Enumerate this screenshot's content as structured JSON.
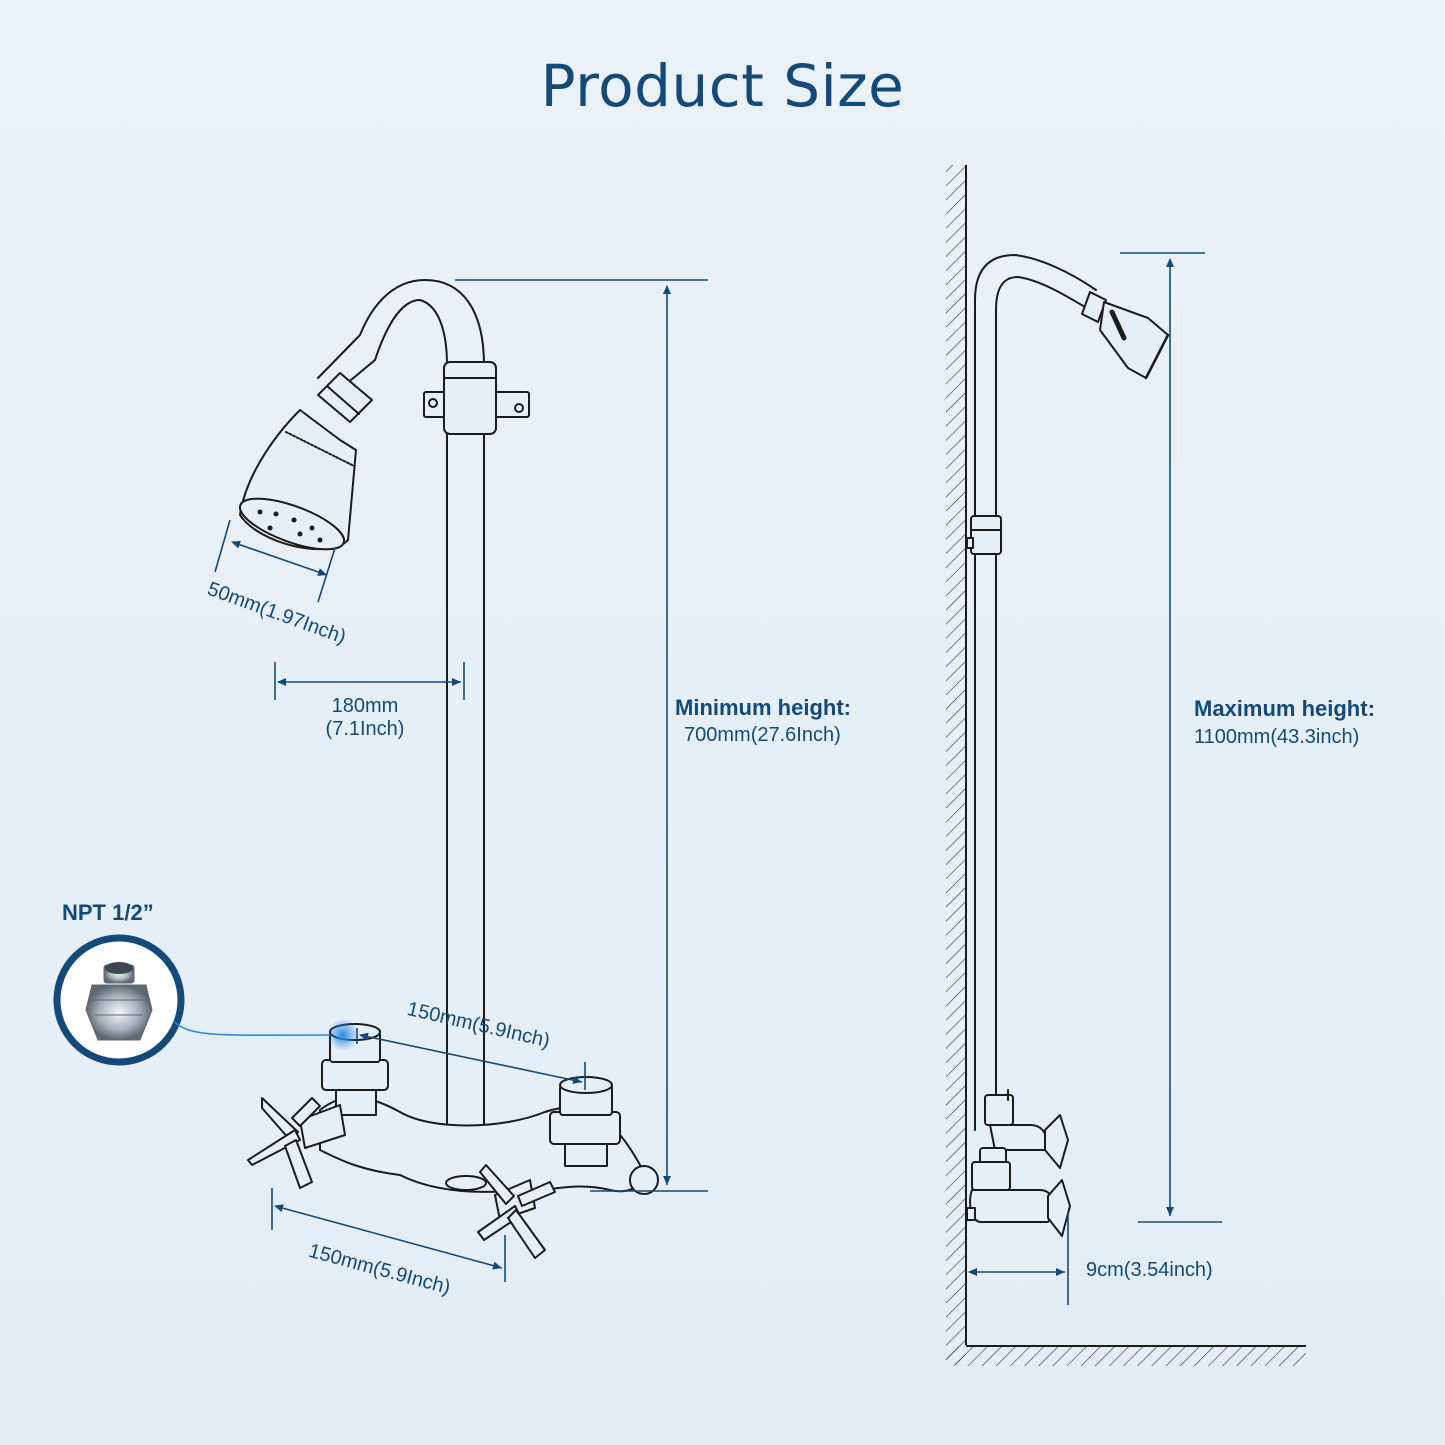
{
  "title": "Product Size",
  "colors": {
    "accent": "#134a7a",
    "line": "#1b1b1b",
    "background": "#e7eff6",
    "highlight": "#2b8be8"
  },
  "dimensions": {
    "shower_head_diameter": "50mm(1.97Inch)",
    "arm_reach_mm": "180mm",
    "arm_reach_inch": "(7.1Inch)",
    "min_height_label": "Minimum height:",
    "min_height_value": "700mm(27.6Inch)",
    "max_height_label": "Maximum height:",
    "max_height_value": "1100mm(43.3inch)",
    "inlet_spacing_top": "150mm(5.9Inch)",
    "handle_spacing_bottom": "150mm(5.9Inch)",
    "wall_offset": "9cm(3.54inch)"
  },
  "connector": {
    "label": "NPT 1/2”",
    "icon": "threaded-connector-icon"
  }
}
